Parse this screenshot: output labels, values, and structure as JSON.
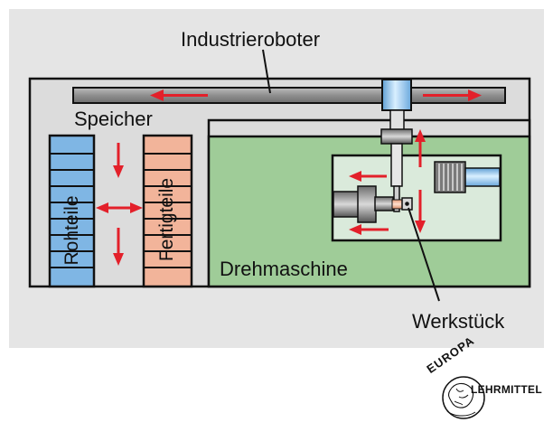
{
  "diagram": {
    "title_label": "Industrieroboter",
    "storage_label": "Speicher",
    "raw_parts_label": "Rohteile",
    "finished_parts_label": "Fertigteile",
    "lathe_label": "Drehmaschine",
    "workpiece_label": "Werkstück"
  },
  "logo": {
    "arc_text": "EUROPA",
    "side_text": "LEHRMITTEL"
  },
  "colors": {
    "panel_bg": "#e5e5e5",
    "frame_fill": "#dcdcdc",
    "lathe_green": "#9fcc98",
    "lathe_inner": "#daeadb",
    "raw_blue": "#7fb6e4",
    "finished_salmon": "#f2b49a",
    "arrow_red": "#e3202a",
    "robot_blue": "#a9d2f2",
    "machine_gray": "#8c8c8c"
  }
}
